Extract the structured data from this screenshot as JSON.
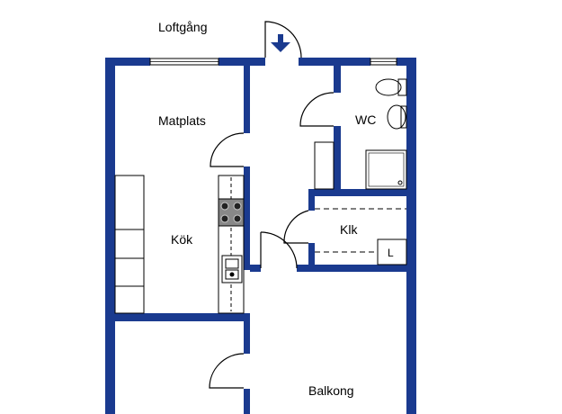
{
  "plan": {
    "wall_color": "#1a3a8f",
    "line_color": "#000000",
    "rooms": {
      "loftgang": "Loftgång",
      "matplats": "Matplats",
      "kok": "Kök",
      "wc": "WC",
      "klk": "Klk",
      "balkong": "Balkong"
    },
    "markers": {
      "klk_shelf": "L"
    },
    "entrance_marker": "entrance-arrow"
  }
}
